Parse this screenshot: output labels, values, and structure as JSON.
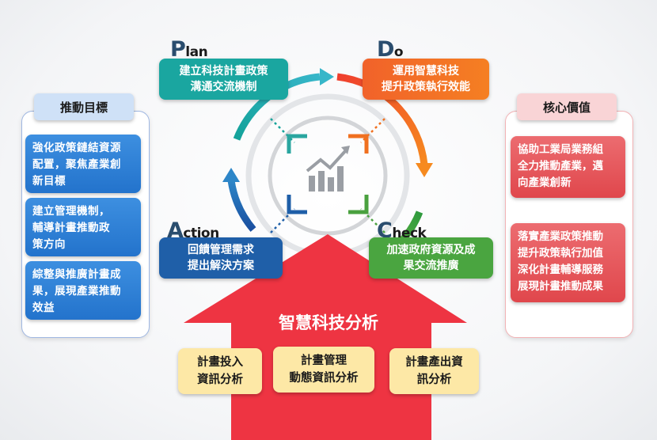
{
  "pdca": {
    "plan": {
      "letter_big": "P",
      "letter_rest": "lan",
      "line1": "建立科技計畫政策",
      "line2": "溝通交流機制"
    },
    "do": {
      "letter_big": "D",
      "letter_rest": "o",
      "line1": "運用智慧科技",
      "line2": "提升政策執行效能"
    },
    "check": {
      "letter_big": "C",
      "letter_rest": "heck",
      "line1": "加速政府資源及成",
      "line2": "果交流推廣"
    },
    "action": {
      "letter_big": "A",
      "letter_rest": "ction",
      "line1": "回饋管理需求",
      "line2": "提出解決方案"
    }
  },
  "left_panel": {
    "title": "推動目標",
    "items": [
      {
        "line1": "強化政策鏈結資源",
        "line2": "配置，聚焦產業創",
        "line3": "新目標"
      },
      {
        "line1": "建立管理機制，",
        "line2": "輔導計畫推動政",
        "line3": "策方向"
      },
      {
        "line1": "綜整與推廣計畫成",
        "line2": "果，展現產業推動",
        "line3": "效益"
      }
    ]
  },
  "right_panel": {
    "title": "核心價值",
    "items": [
      {
        "line1": "協助工業局業務組",
        "line2": "全力推動產業，邁",
        "line3": "向產業創新"
      },
      {
        "line1": "落實產業政策推動",
        "line2": "提升政策執行加值",
        "line3": "深化計畫輔導服務",
        "line4": "展現計畫推動成果"
      }
    ]
  },
  "house": {
    "title": "智慧科技分析",
    "items": [
      {
        "line1": "計畫投入",
        "line2": "資訊分析"
      },
      {
        "line1": "計畫管理",
        "line2": "動態資訊分析"
      },
      {
        "line1": "計畫產出資",
        "line2": "訊分析"
      }
    ]
  },
  "colors": {
    "plan": "#16a39a",
    "do": "#f0701f",
    "check": "#4aa13f",
    "action": "#1f5fa8",
    "house": "#ee3442",
    "blue_card": "#2f80d6",
    "red_card": "#e55a5e",
    "yellow_card": "#fde8a6"
  },
  "icons": {
    "center": "trend-chart-icon"
  }
}
